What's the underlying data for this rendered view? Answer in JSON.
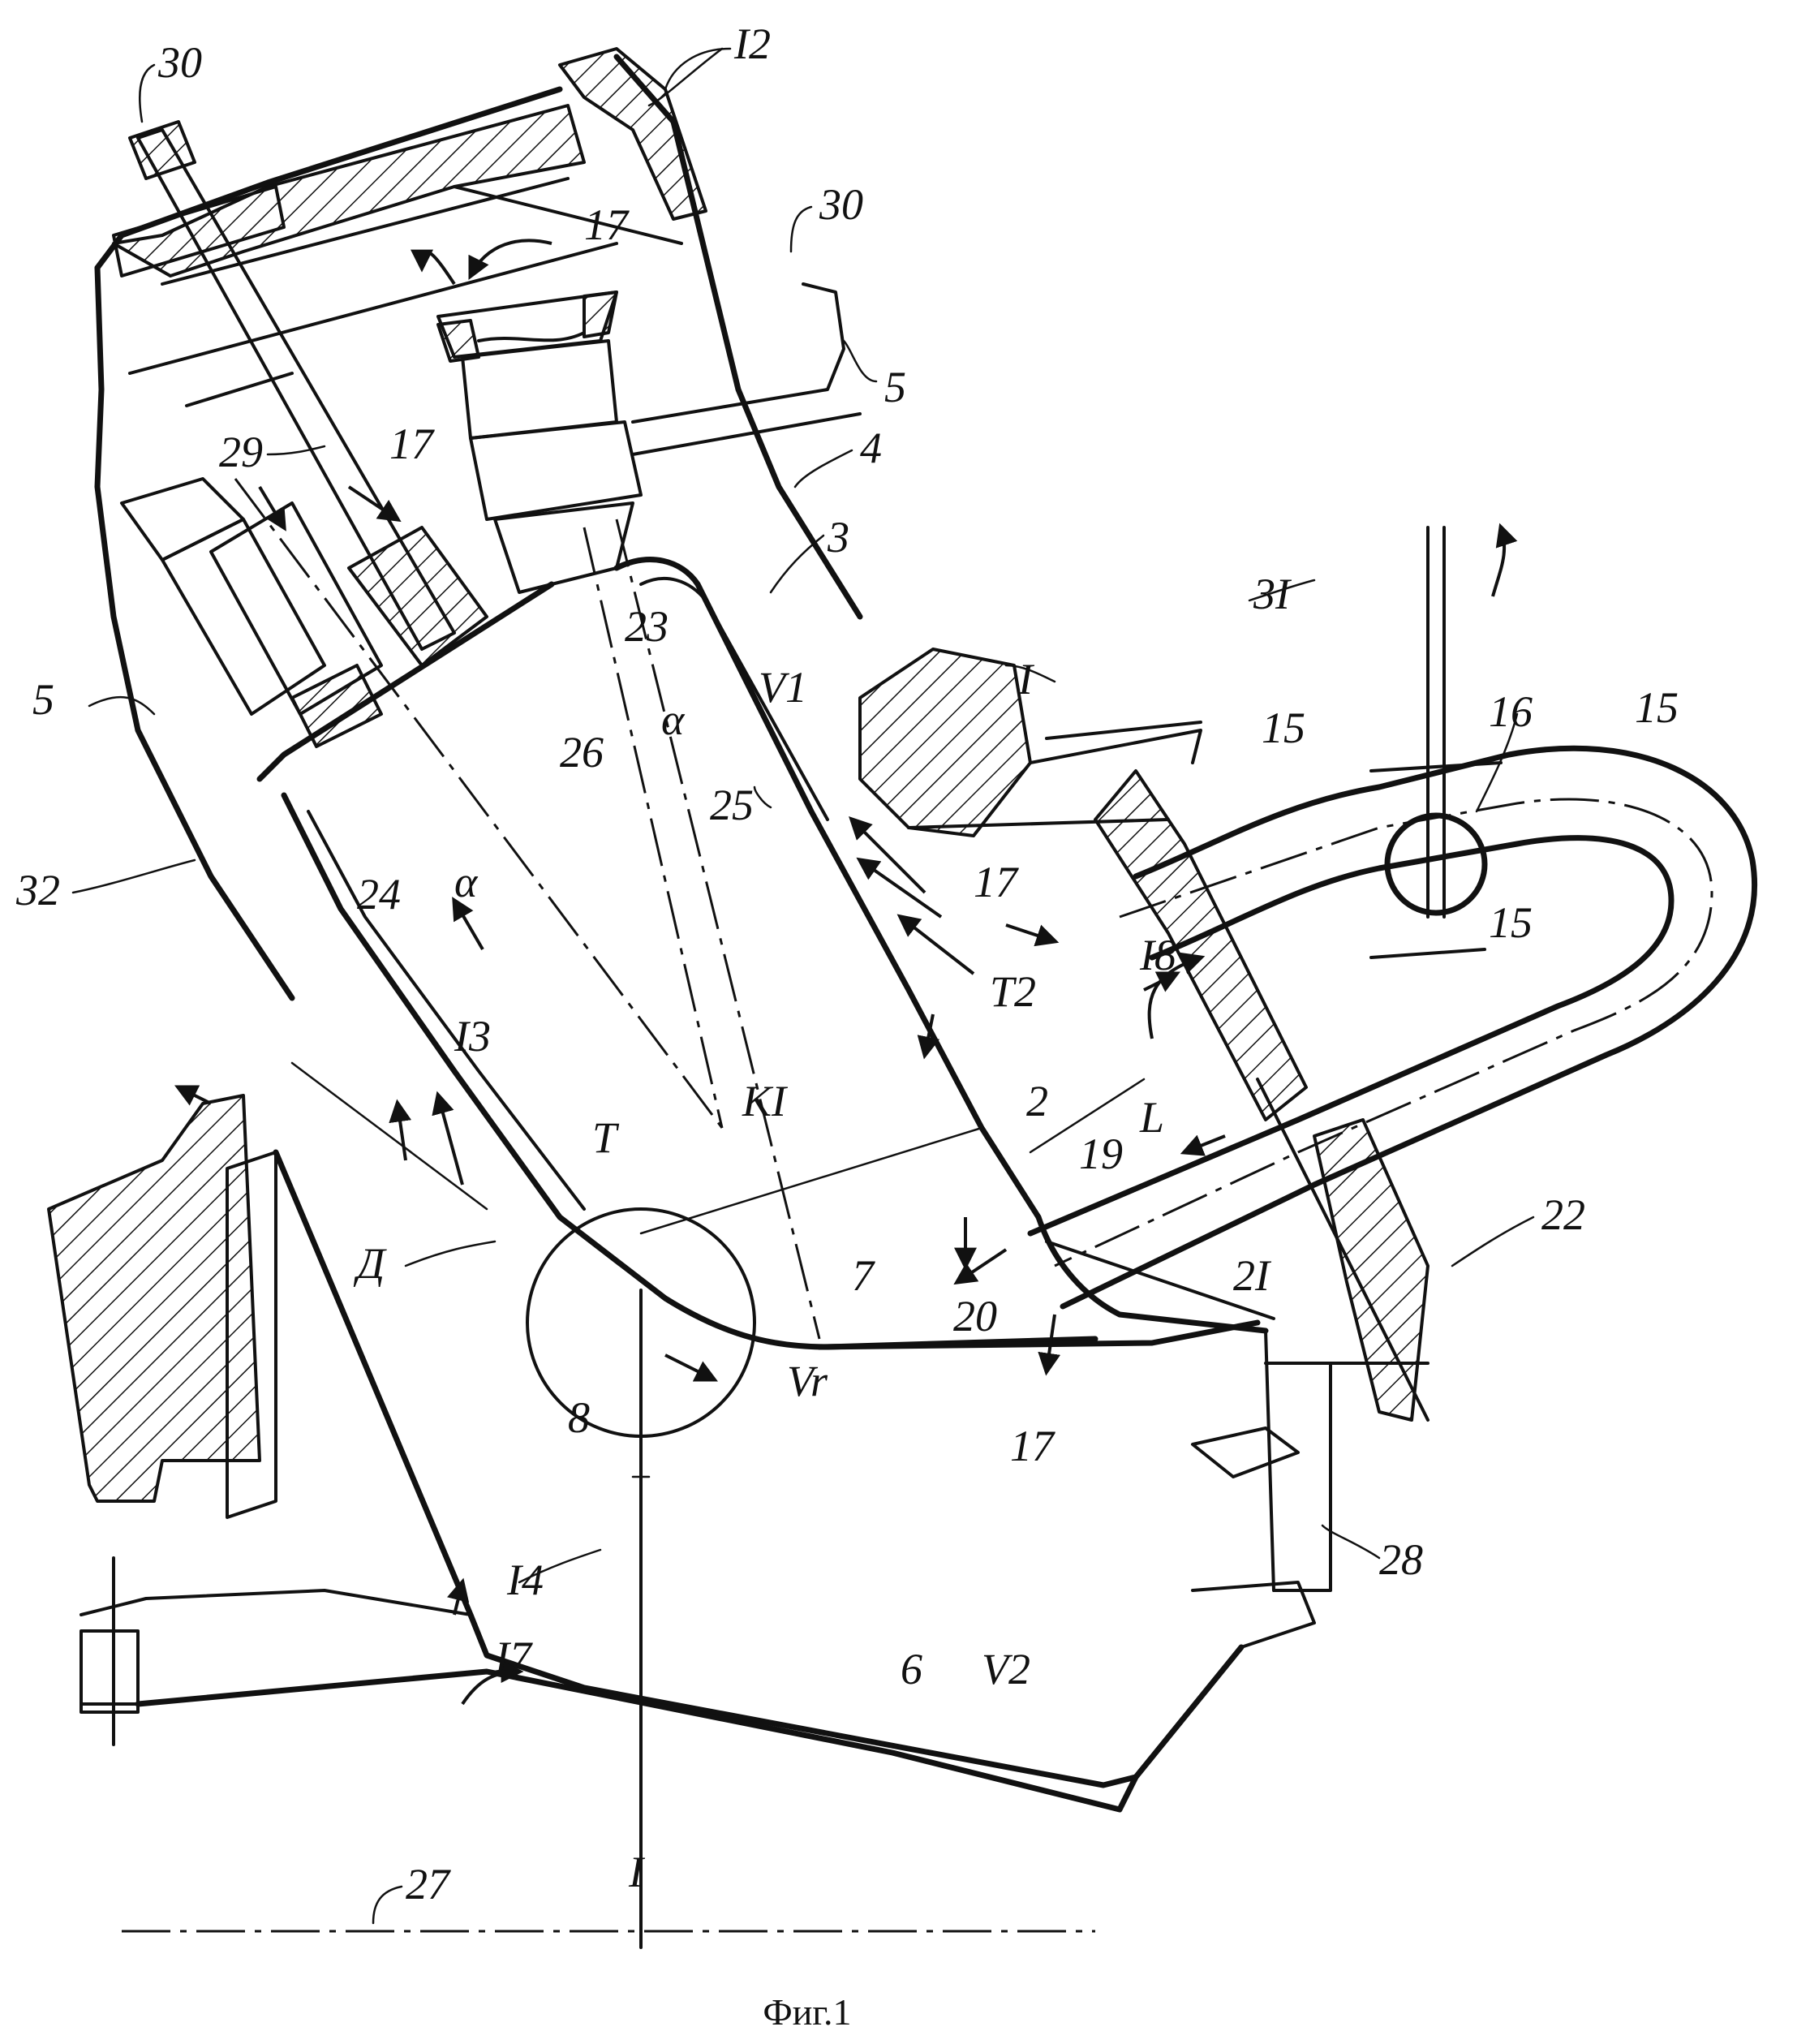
{
  "figure": {
    "caption": "Фиг.1",
    "labels": [
      {
        "id": "l30a",
        "text": "30"
      },
      {
        "id": "l12",
        "text": "I2"
      },
      {
        "id": "l30b",
        "text": "30"
      },
      {
        "id": "l17a",
        "text": "17"
      },
      {
        "id": "l5a",
        "text": "5"
      },
      {
        "id": "l29",
        "text": "29"
      },
      {
        "id": "l17b",
        "text": "17"
      },
      {
        "id": "l4",
        "text": "4"
      },
      {
        "id": "l3",
        "text": "3"
      },
      {
        "id": "l31",
        "text": "3I"
      },
      {
        "id": "l23",
        "text": "23"
      },
      {
        "id": "l1",
        "text": "I"
      },
      {
        "id": "lV1",
        "text": "V1"
      },
      {
        "id": "l16",
        "text": "16"
      },
      {
        "id": "l15a",
        "text": "15"
      },
      {
        "id": "l15b",
        "text": "15"
      },
      {
        "id": "l15c",
        "text": "15"
      },
      {
        "id": "l5b",
        "text": "5"
      },
      {
        "id": "l26",
        "text": "26"
      },
      {
        "id": "lalpha1",
        "text": "α"
      },
      {
        "id": "l25",
        "text": "25"
      },
      {
        "id": "l17c",
        "text": "17"
      },
      {
        "id": "l32",
        "text": "32"
      },
      {
        "id": "l24",
        "text": "24"
      },
      {
        "id": "lalpha2",
        "text": "α"
      },
      {
        "id": "lT2",
        "text": "T2"
      },
      {
        "id": "l18",
        "text": "I8"
      },
      {
        "id": "l13",
        "text": "I3"
      },
      {
        "id": "lK1",
        "text": "KI"
      },
      {
        "id": "l2",
        "text": "2"
      },
      {
        "id": "lL",
        "text": "L"
      },
      {
        "id": "lT",
        "text": "T"
      },
      {
        "id": "l19",
        "text": "19"
      },
      {
        "id": "l22",
        "text": "22"
      },
      {
        "id": "lD",
        "text": "Д"
      },
      {
        "id": "l7",
        "text": "7"
      },
      {
        "id": "l21",
        "text": "2I"
      },
      {
        "id": "l20",
        "text": "20"
      },
      {
        "id": "lVr",
        "text": "Vr"
      },
      {
        "id": "l8",
        "text": "8"
      },
      {
        "id": "l17d",
        "text": "17"
      },
      {
        "id": "l28",
        "text": "28"
      },
      {
        "id": "l14",
        "text": "I4"
      },
      {
        "id": "l17e",
        "text": "I7"
      },
      {
        "id": "l6",
        "text": "6"
      },
      {
        "id": "lV2",
        "text": "V2"
      },
      {
        "id": "lI",
        "text": "I"
      },
      {
        "id": "l27",
        "text": "27"
      }
    ]
  }
}
